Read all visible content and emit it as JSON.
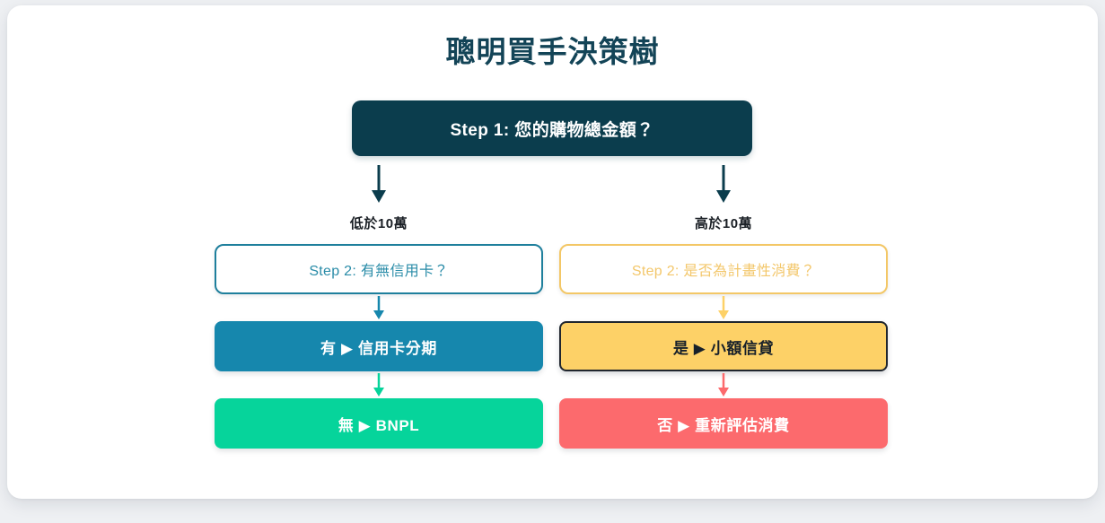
{
  "page": {
    "title": "聰明買手決策樹",
    "background_color": "#eef0f3",
    "card_color": "#ffffff",
    "title_color": "#134457"
  },
  "root": {
    "label": "Step 1: 您的購物總金額？",
    "fill_color": "#0b3d4d",
    "text_color": "#ffffff"
  },
  "branches": [
    {
      "id": "low",
      "arrow_label": "arrow-down-dark",
      "arrow_color": "#0b3d4d",
      "condition_label": "低於10萬",
      "question": {
        "label": "Step 2: 有無信用卡？",
        "border_color": "#1e7f9c",
        "text_color": "#2a8ca8"
      },
      "connector_1_color": "#1687ad",
      "outcomes": [
        {
          "label": "有 ▶ 信用卡分期",
          "fill_color": "#1687ad",
          "text_color": "#ffffff"
        },
        {
          "label": "無 ▶ BNPL",
          "fill_color": "#06d49b",
          "text_color": "#ffffff"
        }
      ],
      "connector_2_color": "#06d49b"
    },
    {
      "id": "high",
      "arrow_label": "arrow-down-dark",
      "arrow_color": "#0b3d4d",
      "condition_label": "高於10萬",
      "question": {
        "label": "Step 2: 是否為計畫性消費？",
        "border_color": "#f3c766",
        "text_color": "#f3c76b"
      },
      "connector_1_color": "#fdd167",
      "outcomes": [
        {
          "label": "是 ▶ 小額信貸",
          "fill_color": "#fdd167",
          "text_color": "#17202a"
        },
        {
          "label": "否 ▶ 重新評估消費",
          "fill_color": "#fc6a6d",
          "text_color": "#ffffff"
        }
      ],
      "connector_2_color": "#fc6a6d"
    }
  ]
}
